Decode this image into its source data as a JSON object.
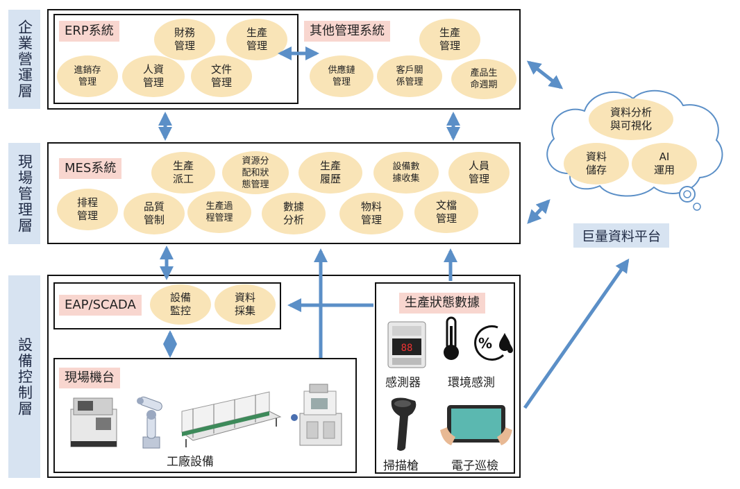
{
  "layers": {
    "enterprise": "企業營運層",
    "field": "現場管理層",
    "equipment": "設備控制層"
  },
  "erp": {
    "title": "ERP系統",
    "items": [
      "財務\n管理",
      "生產\n管理",
      "進銷存\n管理",
      "人資\n管理",
      "文件\n管理"
    ]
  },
  "other": {
    "title": "其他管理系統",
    "items": [
      "生產\n管理",
      "供應鏈\n管理",
      "客戶關\n係管理",
      "產品生\n命週期"
    ]
  },
  "mes": {
    "title": "MES系統",
    "items": [
      "生產\n派工",
      "資源分\n配和狀\n態管理",
      "生產\n履歷",
      "設備數\n據收集",
      "人員\n管理",
      "排程\n管理",
      "品質\n管制",
      "生產過\n程管理",
      "數據\n分析",
      "物料\n管理",
      "文檔\n管理"
    ]
  },
  "eap": {
    "title": "EAP/SCADA",
    "items": [
      "設備\n監控",
      "資料\n採集"
    ]
  },
  "machines": {
    "title": "現場機台",
    "caption": "工廠設備"
  },
  "status": {
    "title": "生產狀態數據",
    "sensor": "感測器",
    "environment": "環境感測",
    "scanner": "掃描槍",
    "patrol": "電子巡檢"
  },
  "cloud": {
    "items": [
      "資料分析\n與可視化",
      "資料\n儲存",
      "AI\n運用"
    ],
    "platform": "巨量資料平台"
  },
  "colors": {
    "arrow": "#5b8fc7",
    "oval": "#f9e4b7",
    "tag": "#f8d6cf",
    "layer": "#d7e3f1"
  }
}
